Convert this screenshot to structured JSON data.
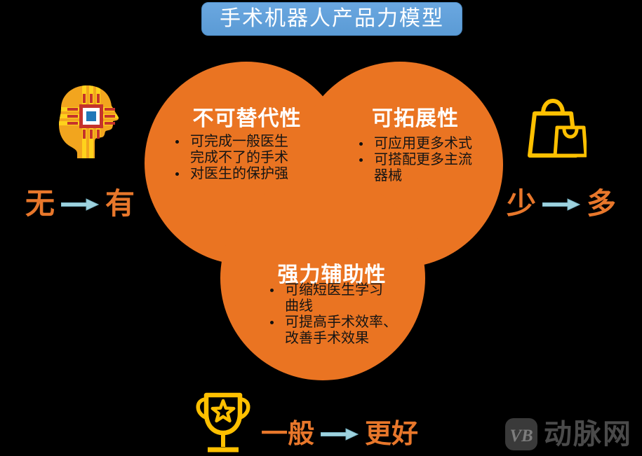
{
  "title_banner": {
    "text": "手术机器人产品力模型"
  },
  "model": {
    "circles": [
      {
        "title": "不可替代性",
        "items": [
          {
            "bullet": true,
            "text": "可完成一般医生"
          },
          {
            "bullet": false,
            "text": "完成不了的手术"
          },
          {
            "bullet": true,
            "text": "对医生的保护强"
          }
        ]
      },
      {
        "title": "可拓展性",
        "items": [
          {
            "bullet": true,
            "text": "可应用更多术式"
          },
          {
            "bullet": true,
            "text": "可搭配更多主流"
          },
          {
            "bullet": false,
            "text": "器械"
          }
        ]
      },
      {
        "title": "强力辅助性",
        "items": [
          {
            "bullet": true,
            "text": "可缩短医生学习"
          },
          {
            "bullet": false,
            "text": "曲线"
          },
          {
            "bullet": true,
            "text": "可提高手术效率、"
          },
          {
            "bullet": false,
            "text": "改善手术效果"
          }
        ]
      }
    ]
  },
  "spectrums": {
    "left": {
      "from": "无",
      "to": "有",
      "icon": "ai-brain-head-icon"
    },
    "right": {
      "from": "少",
      "to": "多",
      "icon": "shopping-bags-icon"
    },
    "bottom": {
      "from": "一般",
      "to": "更好",
      "icon": "trophy-icon"
    }
  },
  "logo": {
    "monogram": "VB",
    "name": "动脉网"
  },
  "colors": {
    "background": "#000000",
    "circle_orange": "#EA7422",
    "banner_blue": "#5B9BD5",
    "icon_yellow": "#FFC000",
    "label_orange": "#E8772B",
    "arrow_blue": "#9ED2DE",
    "head_yellow": "#F2A51E",
    "chip_red": "#C5332B",
    "chip_blue": "#1F78B8",
    "bullet_text": "#141414",
    "logo_gray": "#4A4A4A"
  }
}
